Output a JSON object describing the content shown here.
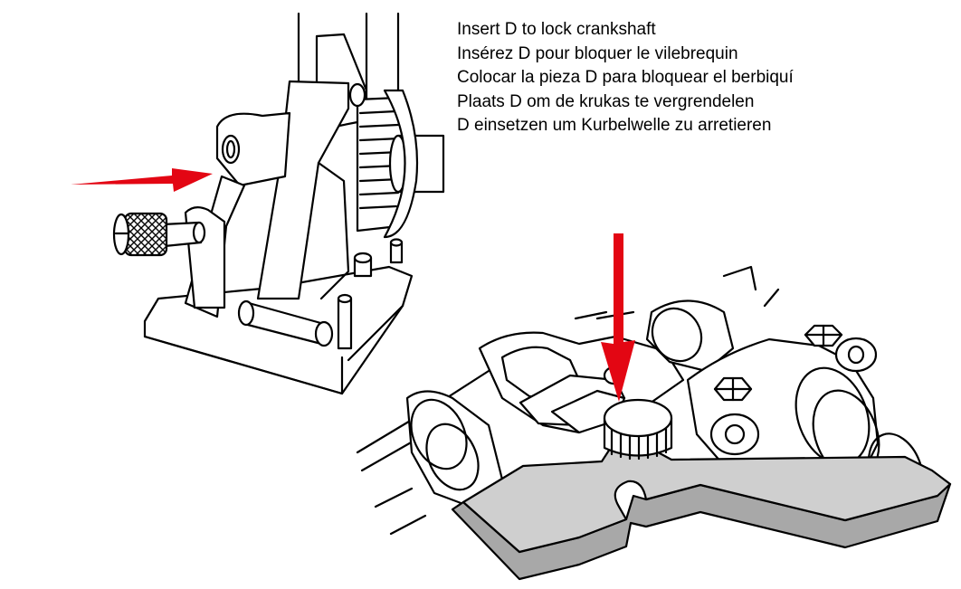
{
  "instructions": {
    "en": "Insert D to lock crankshaft",
    "fr": "Insérez D pour bloquer le vilebrequin",
    "es": "Colocar la pieza D para bloquear el berbiquí",
    "nl": "Plaats D om de krukas te vergrendelen",
    "de": "D einsetzen um Kurbelwelle zu arretieren"
  },
  "colors": {
    "arrow": "#e30613",
    "tool_fill": "#cfcfcf",
    "line": "#000000",
    "background": "#ffffff"
  }
}
